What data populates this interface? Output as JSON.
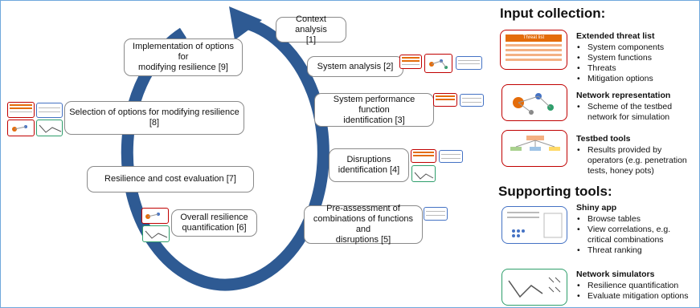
{
  "cycle": {
    "steps": [
      {
        "label": "Context analysis\n[1]"
      },
      {
        "label": "System analysis [2]"
      },
      {
        "label": "System performance function\nidentification [3]"
      },
      {
        "label": "Disruptions\nidentification [4]"
      },
      {
        "label": "Pre-assessment of\ncombinations of functions and\ndisruptions [5]"
      },
      {
        "label": "Overall resilience\nquantification [6]"
      },
      {
        "label": "Resilience and cost evaluation [7]"
      },
      {
        "label": "Selection of options for modifying resilience\n[8]"
      },
      {
        "label": "Implementation of options for\nmodifying resilience [9]"
      }
    ],
    "arrow_color": "#2e5a93"
  },
  "input_collection": {
    "title": "Input collection:",
    "items": [
      {
        "title": "Extended threat list",
        "bullets": [
          "System components",
          "System functions",
          "Threats",
          "Mitigation options"
        ]
      },
      {
        "title": "Network representation",
        "bullets": [
          "Scheme of the testbed",
          "network for simulation"
        ]
      },
      {
        "title": "Testbed tools",
        "bullets": [
          "Results provided by",
          "operators (e.g. penetration",
          "tests, honey pots)"
        ]
      }
    ]
  },
  "supporting_tools": {
    "title": "Supporting tools:",
    "items": [
      {
        "title": "Shiny app",
        "bullets": [
          "Browse tables",
          "View correlations, e.g.",
          "critical combinations",
          "Threat ranking"
        ]
      },
      {
        "title": "Network simulators",
        "bullets": [
          "Resilience quantification",
          "Evaluate mitigation options"
        ]
      }
    ]
  },
  "thumb_text": {
    "threat_list_header": "Threat list"
  },
  "colors": {
    "red": "#c00000",
    "blue": "#4472c4",
    "green": "#2e9e6b",
    "orange": "#e46c0a"
  }
}
